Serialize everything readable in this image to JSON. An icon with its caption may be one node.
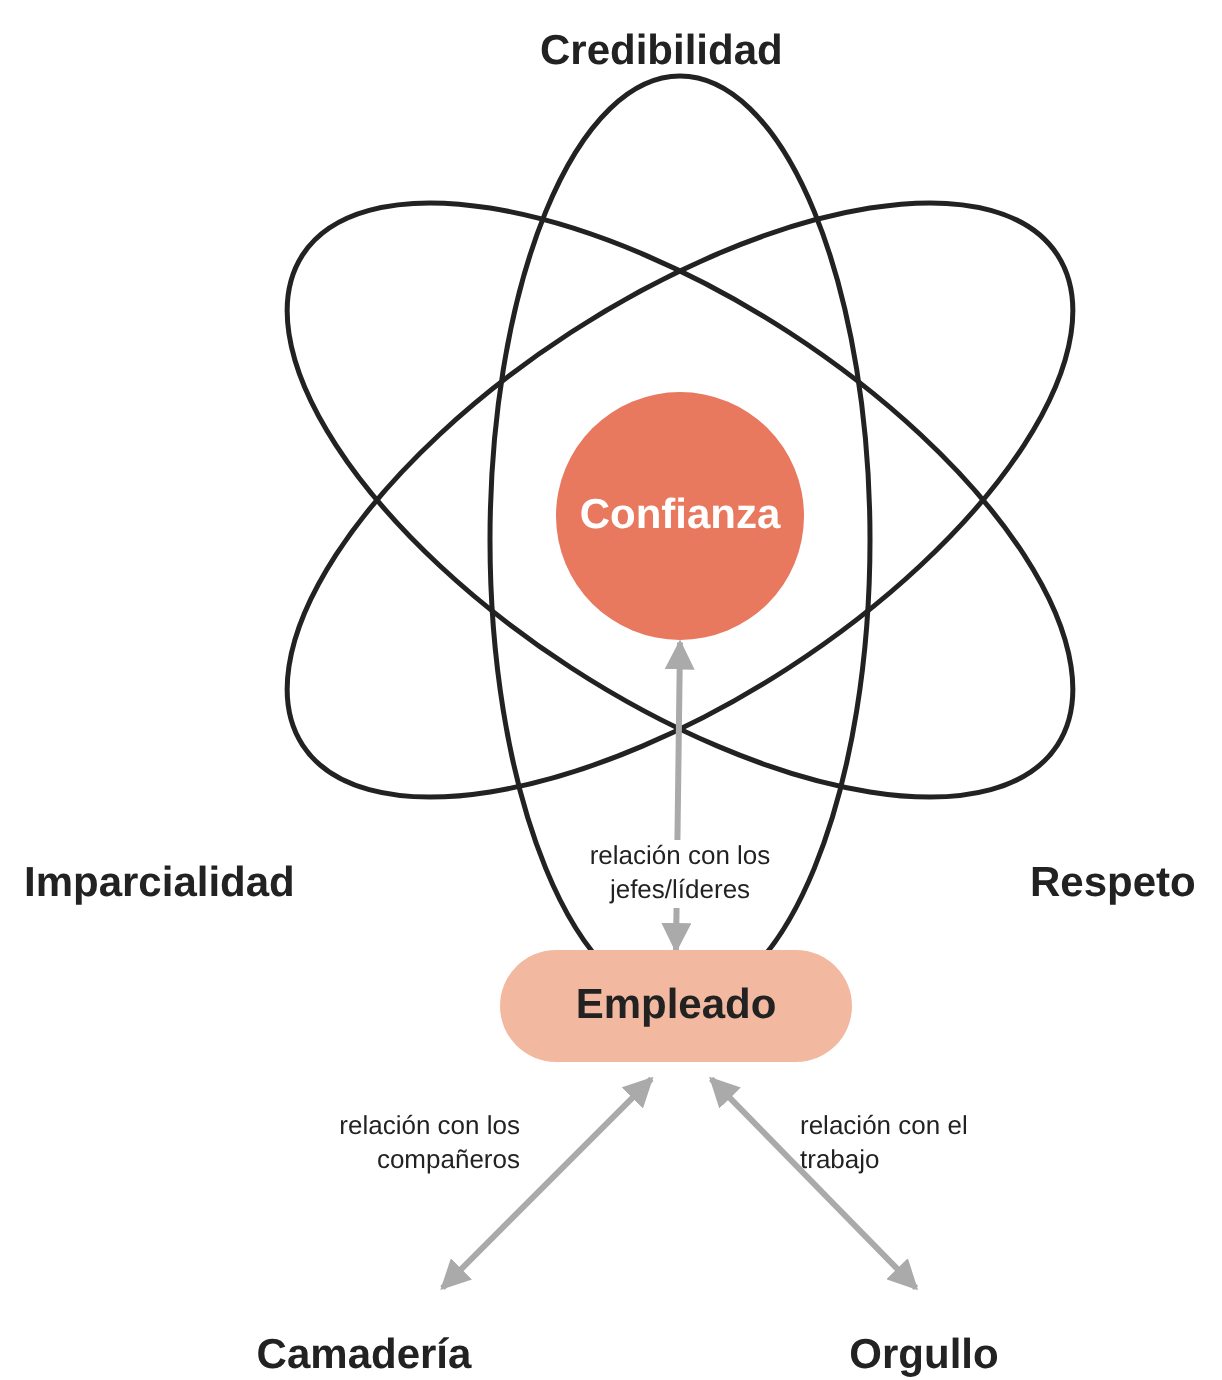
{
  "diagram": {
    "nodes": [
      {
        "text": [
          "Confianza"
        ]
      },
      {
        "text": [
          "Empleado"
        ]
      },
      {
        "text": [
          "Camadería"
        ]
      },
      {
        "text": [
          "Orgullo"
        ]
      }
    ],
    "edges": [
      {
        "from": 0,
        "to": 1,
        "arrow": "both",
        "label": "relación con los jefes/líderes"
      },
      {
        "from": 1,
        "to": 2,
        "arrow": "both",
        "label": "relación con los compañeros"
      },
      {
        "from": 1,
        "to": 3,
        "arrow": "both",
        "label": "relación con el trabajo"
      }
    ],
    "labels": [
      "Credibilidad",
      "Imparcialidad",
      "Respeto"
    ]
  }
}
